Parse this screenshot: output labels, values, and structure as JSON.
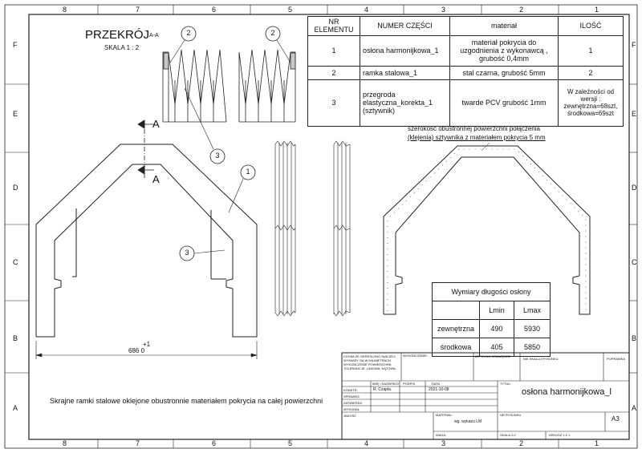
{
  "frame": {
    "columns_top": [
      "8",
      "7",
      "6",
      "5",
      "4",
      "3",
      "2",
      "1"
    ],
    "columns_bottom": [
      "8",
      "7",
      "6",
      "5",
      "4",
      "3",
      "2",
      "1"
    ],
    "rows": [
      "F",
      "E",
      "D",
      "C",
      "B",
      "A"
    ]
  },
  "section": {
    "title": "PRZEKRÓJ",
    "title_suffix": "A-A",
    "scale": "SKALA  1 : 2",
    "cut_letter": "A",
    "balloons": [
      "2",
      "2",
      "3",
      "1",
      "3"
    ],
    "dimension_tol": "+1",
    "dimension_value": "686  0"
  },
  "bom": {
    "headers": [
      "NR ELEMENTU",
      "NUMER CZĘŚCI",
      "materiał",
      "ILOŚĆ"
    ],
    "rows": [
      {
        "nr": "1",
        "part": "osłona harmonijkowa_1",
        "material": "materiał pokrycia do uzgodnienia z wykonawcą , grubość 0,4mm",
        "qty": "1"
      },
      {
        "nr": "2",
        "part": "ramka stalowa_1",
        "material": "stal czarna, grubość 5mm",
        "qty": "2"
      },
      {
        "nr": "3",
        "part": "przegroda elastyczna_korekta_1 (sztywnik)",
        "material": "twarde PCV grubość 1mm",
        "qty": "W zależności od wersji : zewnętrzna=68szt, środkowa=69szt"
      }
    ]
  },
  "note_width": {
    "line1": "szerokość obustronnej powierzchni połączenia",
    "line2": "(klejenia) sztywnika z materiałem pokrycia 5 mm"
  },
  "dims_table": {
    "title": "Wymiary długości osłony",
    "headers": [
      "",
      "Lmin",
      "Lmax"
    ],
    "rows": [
      {
        "label": "zewnętrzna",
        "lmin": "490",
        "lmax": "5930"
      },
      {
        "label": "środkowa",
        "lmin": "405",
        "lmax": "5850"
      }
    ]
  },
  "bottom_note": "Skrajne ramki stalowe oklejone obustronnie materiałem pokrycia na całej powierzchni",
  "title_block": {
    "general_note": "CHYBA ŻE OKREŚLONO INACZEJ: WYMIARY SĄ W MILIMETRACH WYKOŃCZENIE POWIERZCHNI: TOLERANCJE: LINIOWA: KĄTOWA:",
    "finish": "WYKOŃCZENIE:",
    "deburr": "ZEPCHNIJ KRAWĘDZIE",
    "dont_scale": "NIE SKALUJ RYSUNKU",
    "revision": "POPRAWKA",
    "hdr_name": "IMIĘ I NAZWISKO",
    "hdr_sign": "PODPIS",
    "hdr_date": "DATA",
    "drawn": "KONSTR.",
    "drawn_name": "R. Czapla",
    "drawn_date": "2021-10-08",
    "checked": "SPRAWDZ.",
    "approved": "ZATWIERDZ.",
    "mfg": "WYKONAŁ",
    "quality": "JAKOŚĆ",
    "title_label": "TYTUŁ:",
    "title": "osłona harmonijkowa_l",
    "material_label": "MATERIAŁ:",
    "material": "wg. wykazu LM",
    "drawing_no_label": "NR RYSUNKU",
    "size": "A3",
    "weight_label": "WAGA:",
    "scale_label": "SKALA:1:2",
    "sheet_label": "ARKUSZ 1 Z 1"
  }
}
